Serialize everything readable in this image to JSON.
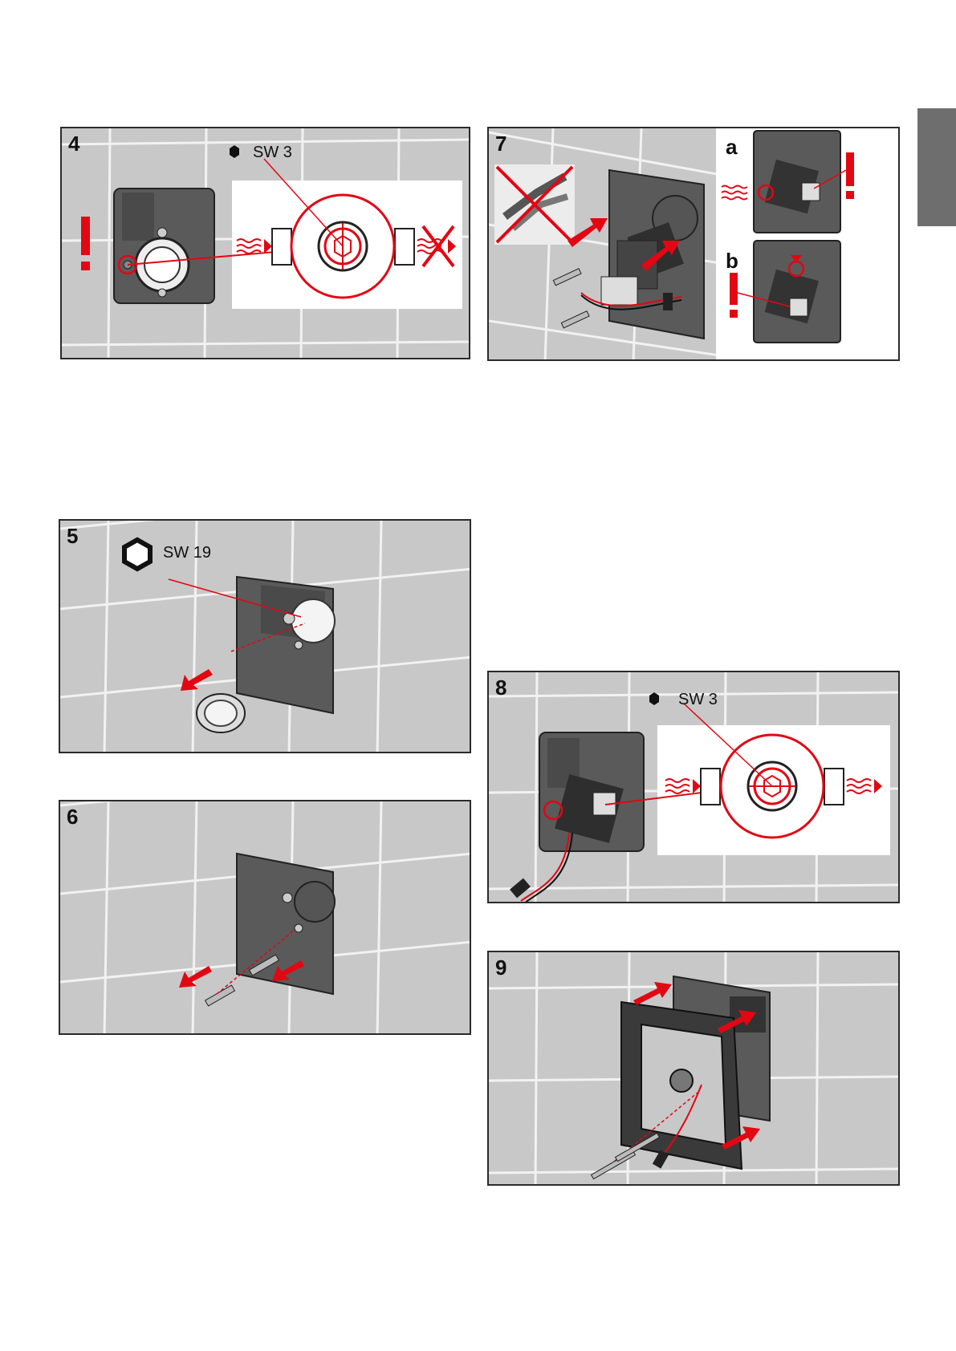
{
  "page": {
    "tab_color": "#6e6e6e",
    "accent_red": "#e30613"
  },
  "steps": [
    {
      "id": "4",
      "number": "4",
      "label": "SW 3"
    },
    {
      "id": "5",
      "number": "5",
      "label": "SW 19"
    },
    {
      "id": "6",
      "number": "6"
    },
    {
      "id": "7",
      "number": "7",
      "sub_a": "a",
      "sub_b": "b"
    },
    {
      "id": "8",
      "number": "8",
      "label": "SW 3"
    },
    {
      "id": "9",
      "number": "9"
    }
  ]
}
